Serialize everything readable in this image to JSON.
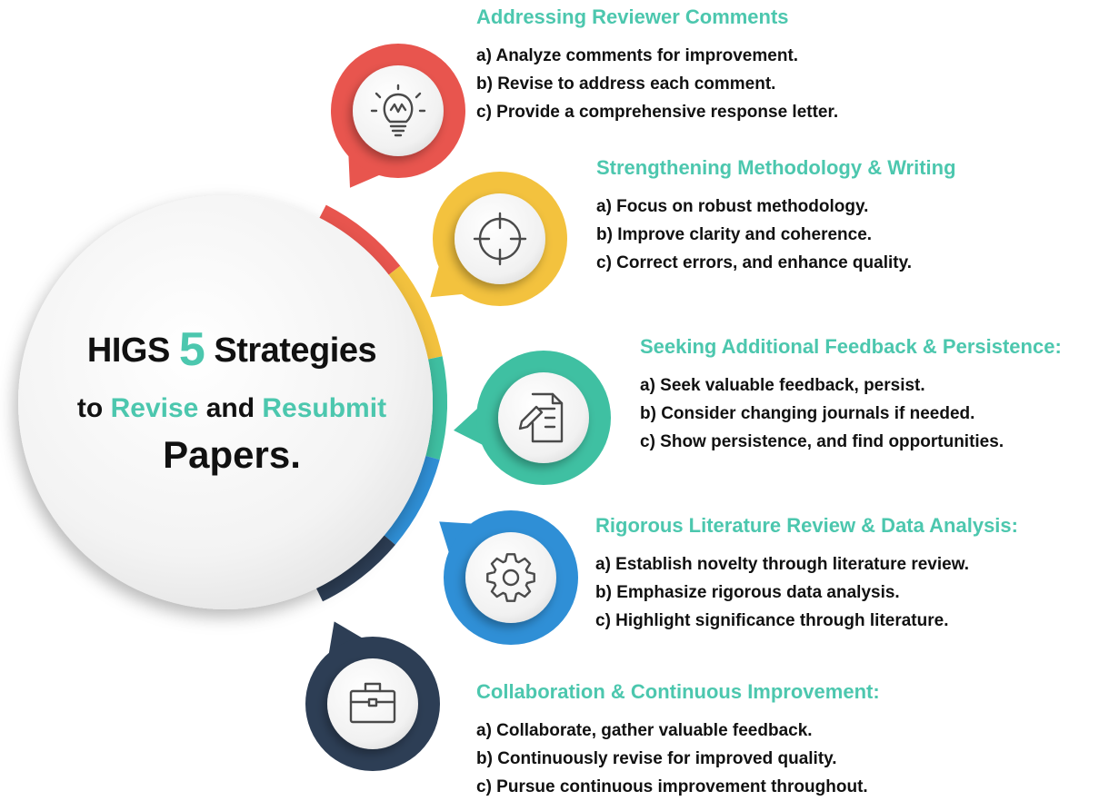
{
  "title": {
    "prefix": "HIGS",
    "number": "5",
    "word": "Strategies",
    "to": "to",
    "revise": "Revise",
    "and": "and",
    "resubmit": "Resubmit",
    "papers": "Papers."
  },
  "colors": {
    "accent": "#4cc7ae",
    "red": "#e8554e",
    "yellow": "#f3c23e",
    "teal": "#3fc0a2",
    "blue": "#2f8fd6",
    "navy": "#2d3e55"
  },
  "strategies": [
    {
      "heading": "Addressing Reviewer Comments",
      "icon": "lightbulb-icon",
      "color": "#e8554e",
      "items": [
        "a) Analyze comments for improvement.",
        "b) Revise to address each comment.",
        "c) Provide a comprehensive response letter."
      ]
    },
    {
      "heading": "Strengthening Methodology & Writing",
      "icon": "target-icon",
      "color": "#f3c23e",
      "items": [
        "a) Focus on robust methodology.",
        "b) Improve clarity and coherence.",
        "c) Correct errors, and enhance quality."
      ]
    },
    {
      "heading": "Seeking Additional Feedback & Persistence:",
      "icon": "document-pencil-icon",
      "color": "#3fc0a2",
      "items": [
        "a) Seek valuable feedback, persist.",
        "b) Consider changing journals if needed.",
        "c) Show persistence, and find opportunities."
      ]
    },
    {
      "heading": "Rigorous Literature Review & Data Analysis:",
      "icon": "gear-icon",
      "color": "#2f8fd6",
      "items": [
        "a) Establish novelty through literature review.",
        "b) Emphasize rigorous data analysis.",
        "c) Highlight significance through literature."
      ]
    },
    {
      "heading": "Collaboration & Continuous Improvement:",
      "icon": "briefcase-icon",
      "color": "#2d3e55",
      "items": [
        "a) Collaborate, gather valuable feedback.",
        "b) Continuously revise for improved quality.",
        "c) Pursue continuous improvement throughout."
      ]
    }
  ]
}
